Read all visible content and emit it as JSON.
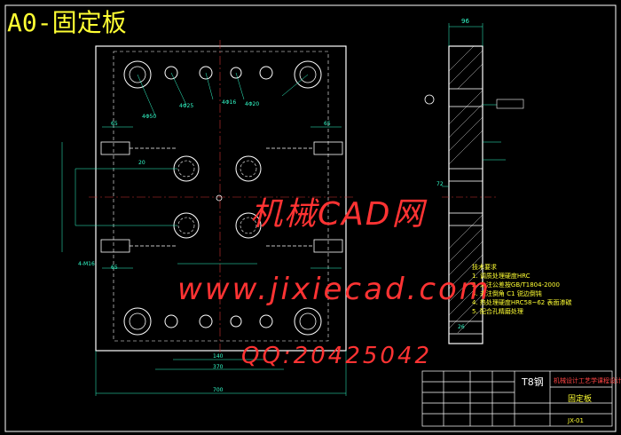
{
  "drawing": {
    "title": "A0-固定板"
  },
  "watermark": {
    "line1": "机械CAD网",
    "line2": "www.jixiecad.com",
    "line3": "QQ:20425042"
  },
  "dimensions": {
    "top_width": "96",
    "hole_4phi50": "4Φ50",
    "hole_4phi25": "4Φ25",
    "hole_4phi16": "4Φ16",
    "hole_4phi20": "4Φ20",
    "left_65": "65",
    "right_65": "65",
    "left_20": "20",
    "left_4m16": "4-M16",
    "left_65b": "65",
    "mid_72": "72",
    "bottom_140": "140",
    "bottom_370": "370",
    "bottom_700": "700",
    "side_26": "26"
  },
  "notes": {
    "heading": "技术要求",
    "items": [
      "1. 调质处理硬度HRC",
      "2. 未注公差按GB/T1804-2000",
      "3. 未注倒角 C1 锐边倒钝",
      "4. 热处理硬度HRC58~62 表面渗碳",
      "5. 配合孔精磨处理"
    ]
  },
  "title_block": {
    "material": "T8钢",
    "school": "机械设计工艺学课程设计",
    "part_name": "固定板",
    "drawing_no": "JX-01"
  },
  "colors": {
    "background": "#000000",
    "outline": "#ffffff",
    "centerline": "#cc3333",
    "dimension": "#33ffcc",
    "title_text": "#ffff33",
    "watermark": "#ff3333"
  }
}
